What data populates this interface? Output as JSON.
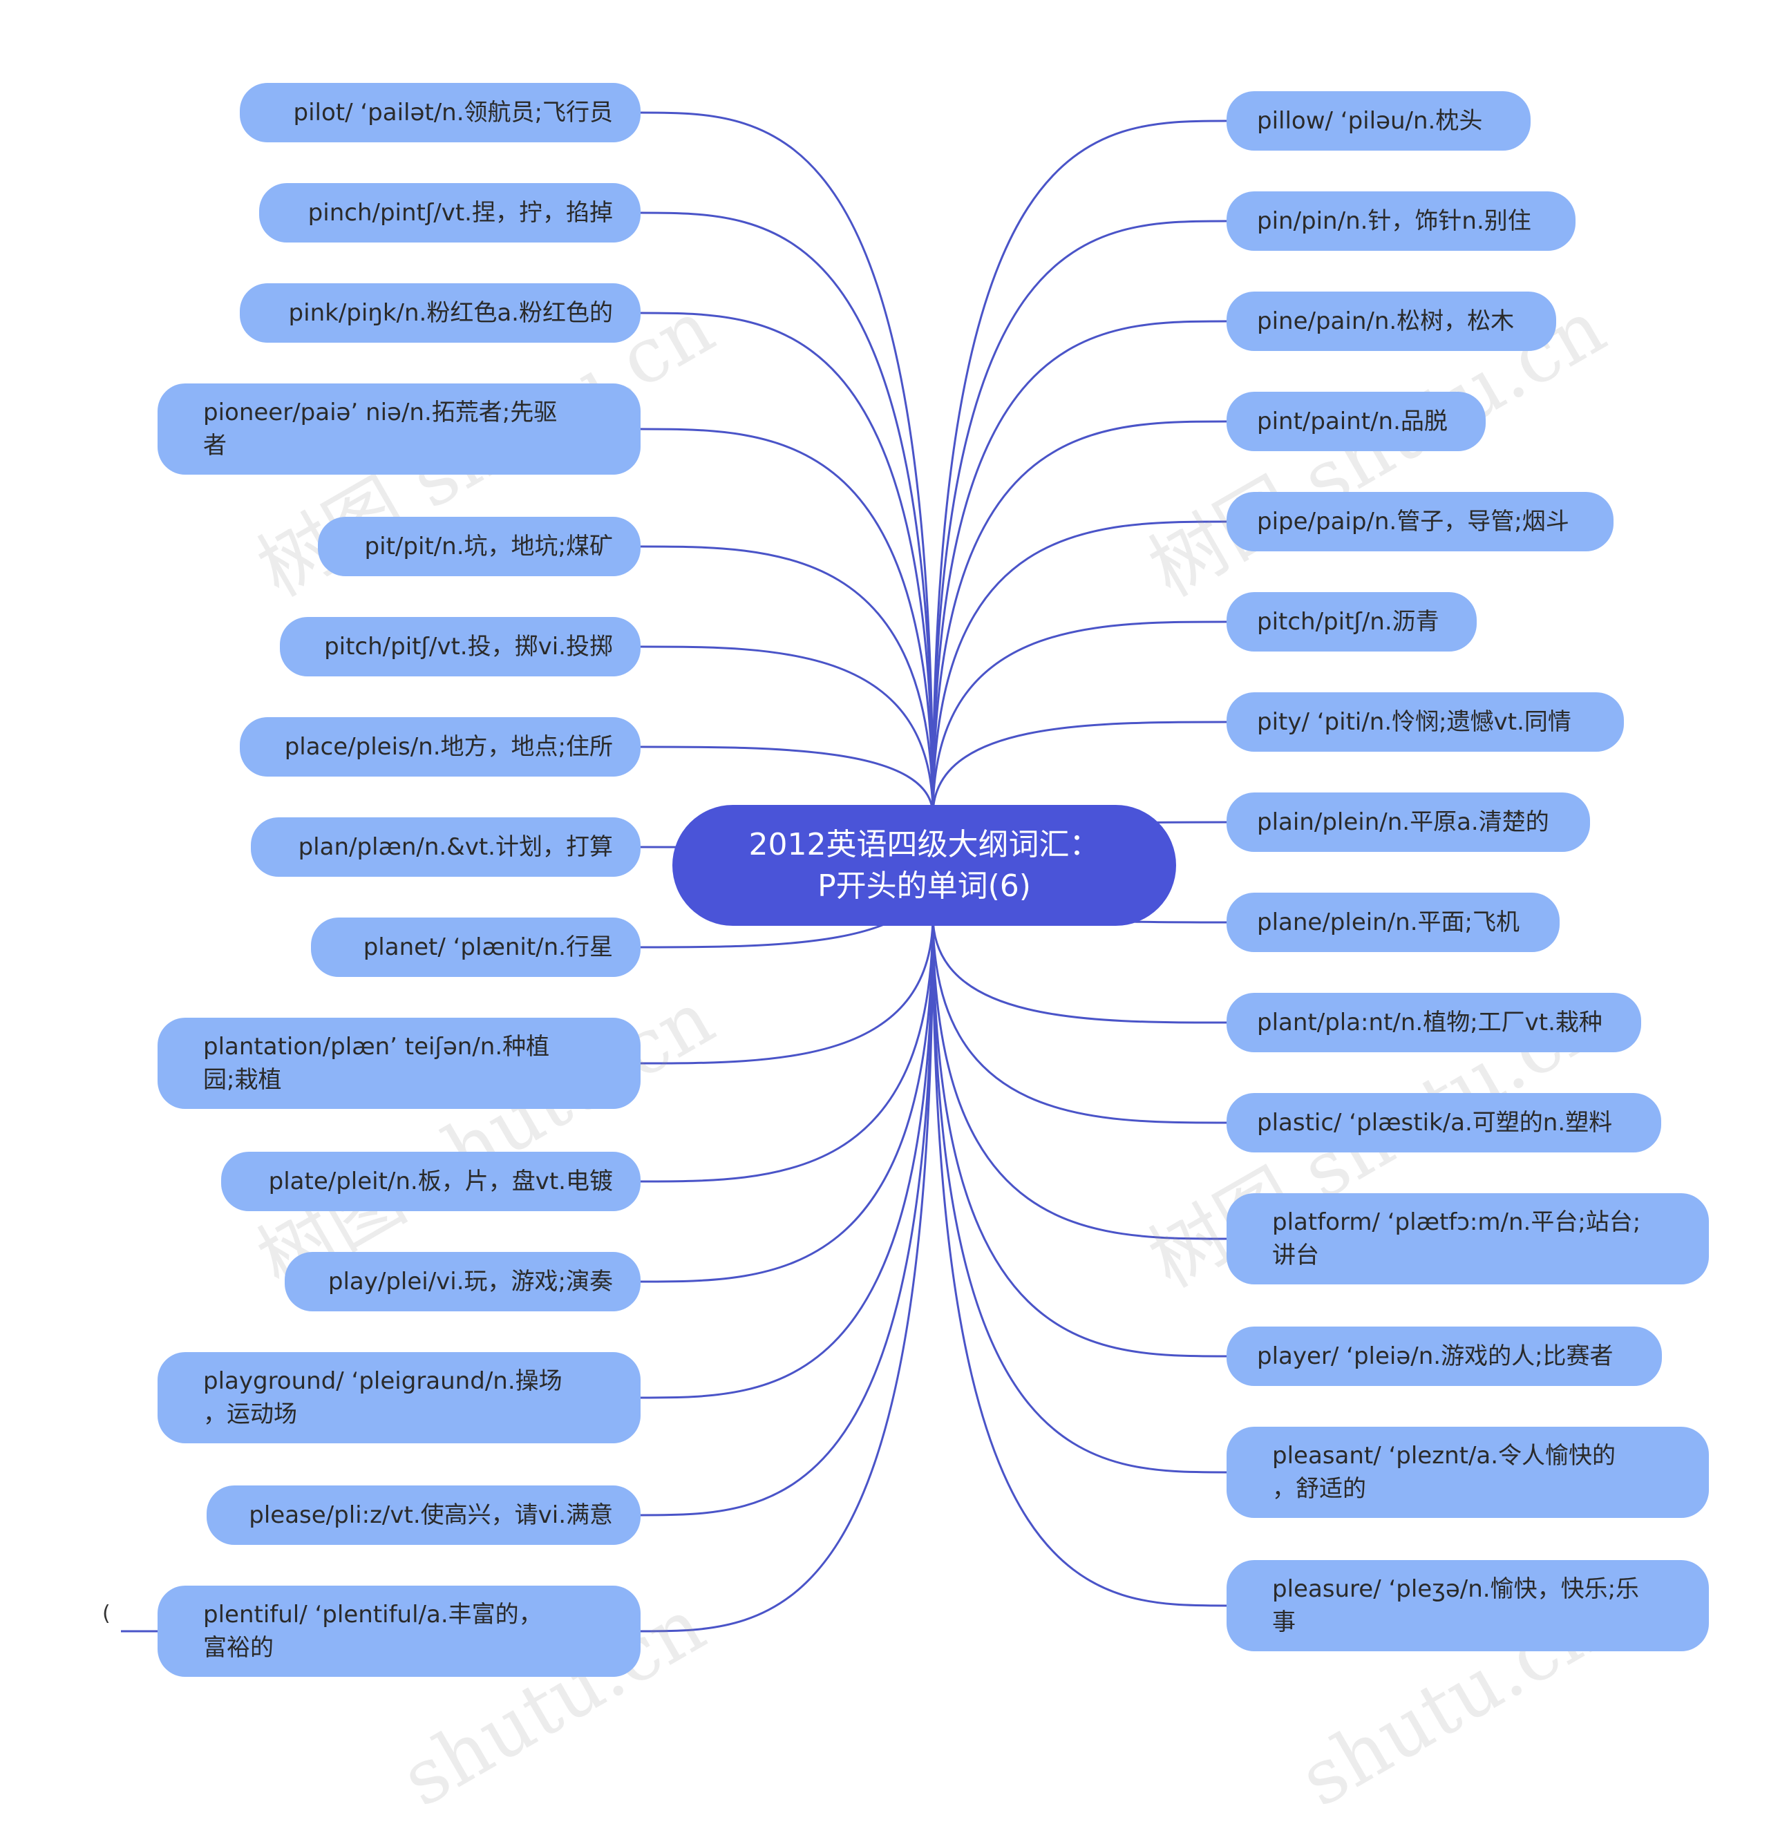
{
  "colors": {
    "center_fill": "#4a54d8",
    "node_fill": "#8db4f8",
    "link": "#4a54c8",
    "background": "#ffffff"
  },
  "center": {
    "line1": "2012英语四级大纲词汇：",
    "line2": "P开头的单词(6)"
  },
  "left_nodes": [
    "pilot/ ‘pailət/n.领航员;飞行员",
    "pinch/pintʃ/vt.捏，拧，掐掉",
    "pink/piŋk/n.粉红色a.粉红色的",
    "pioneer/paiə’ niə/n.拓荒者;先驱\n者",
    "pit/pit/n.坑，地坑;煤矿",
    "pitch/pitʃ/vt.投，掷vi.投掷",
    "place/pleis/n.地方，地点;住所",
    "plan/plæn/n.&vt.计划，打算",
    "planet/ ‘plænit/n.行星",
    "plantation/plæn’ teiʃən/n.种植\n园;栽植",
    "plate/pleit/n.板，片，盘vt.电镀",
    "play/plei/vi.玩，游戏;演奏",
    "playground/ ‘pleigraund/n.操场\n，运动场",
    "please/pli:z/vt.使高兴，请vi.满意",
    "plentiful/ ‘plentiful/a.丰富的，\n富裕的"
  ],
  "right_nodes": [
    "pillow/ ‘piləu/n.枕头",
    "pin/pin/n.针，饰针n.别住",
    "pine/pain/n.松树，松木",
    "pint/paint/n.品脱",
    "pipe/paip/n.管子，导管;烟斗",
    "pitch/pitʃ/n.沥青",
    "pity/ ‘piti/n.怜悯;遗憾vt.同情",
    "plain/plein/n.平原a.清楚的",
    "plane/plein/n.平面;飞机",
    "plant/pla:nt/n.植物;工厂vt.栽种",
    "plastic/ ‘plæstik/a.可塑的n.塑料",
    "platform/ ‘plætfɔ:m/n.平台;站台;\n讲台",
    "player/ ‘pleiə/n.游戏的人;比赛者",
    "pleasant/ ‘pleznt/a.令人愉快的\n，舒适的",
    "pleasure/ ‘pleʒə/n.愉快，快乐;乐\n事"
  ],
  "stray_mark": "(",
  "watermarks": [
    "树图 shutu.cn",
    "树图 shutu.cn",
    "树图 shutu.cn",
    "树图 shutu.cn",
    "shutu.cn",
    "shutu.cn"
  ]
}
